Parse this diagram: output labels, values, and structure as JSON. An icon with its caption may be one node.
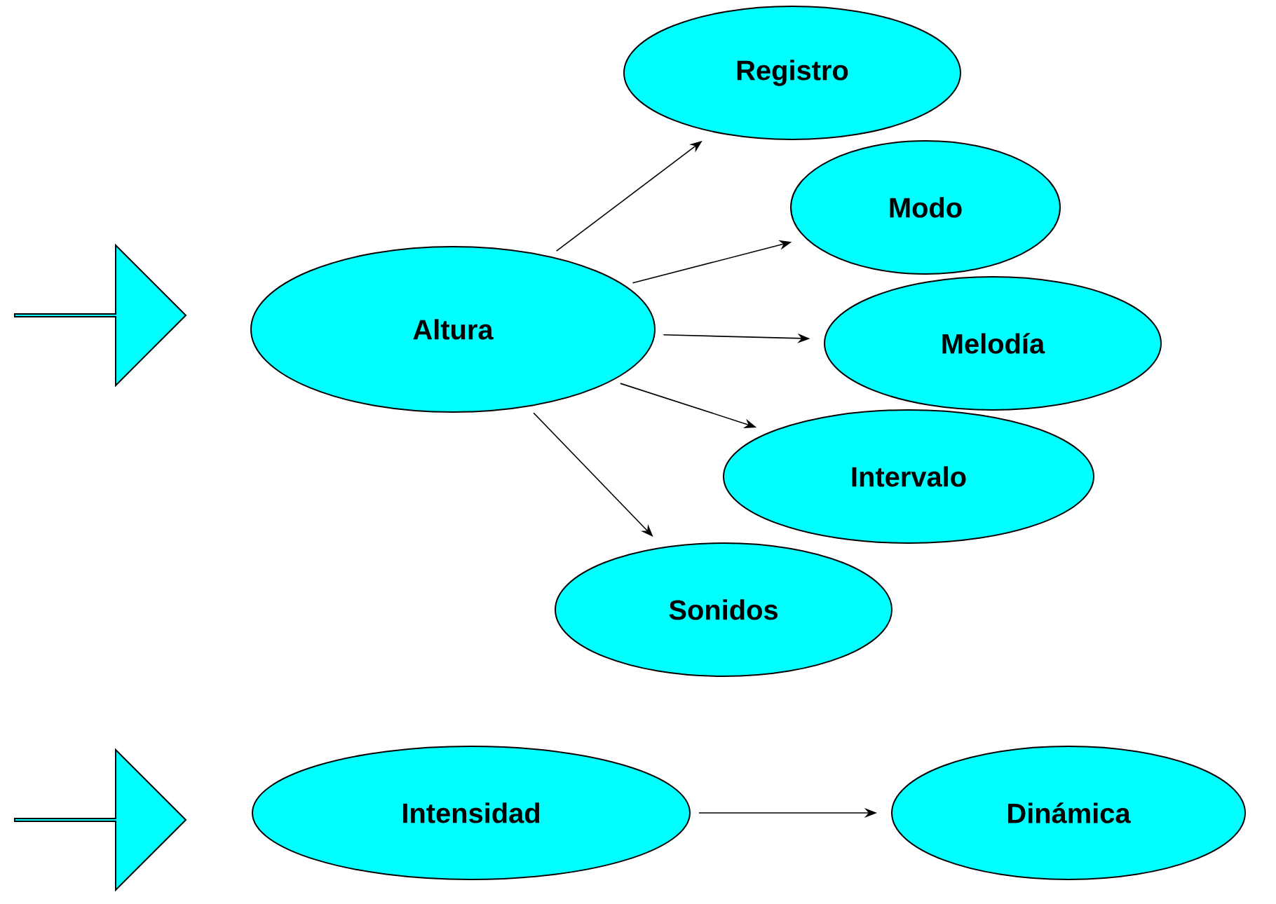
{
  "diagram": {
    "nodes": [
      {
        "text": [
          "Registro"
        ]
      },
      {
        "text": [
          "Modo"
        ]
      },
      {
        "text": [],
        "shape": "arrow"
      },
      {
        "text": [
          "Altura"
        ]
      },
      {
        "text": [
          "Melodía"
        ]
      },
      {
        "text": [
          "Intervalo"
        ]
      },
      {
        "text": [
          "Sonidos"
        ]
      },
      {
        "text": [],
        "shape": "arrow"
      },
      {
        "text": [
          "Intensidad"
        ]
      },
      {
        "text": [
          "Dinámica"
        ]
      }
    ],
    "edges": [
      {
        "from": 3,
        "to": 0,
        "arrow": "to"
      },
      {
        "from": 3,
        "to": 1,
        "arrow": "to"
      },
      {
        "from": 3,
        "to": 4,
        "arrow": "to"
      },
      {
        "from": 3,
        "to": 5,
        "arrow": "to"
      },
      {
        "from": 3,
        "to": 6,
        "arrow": "to"
      },
      {
        "from": 8,
        "to": 9,
        "arrow": "to"
      }
    ]
  }
}
